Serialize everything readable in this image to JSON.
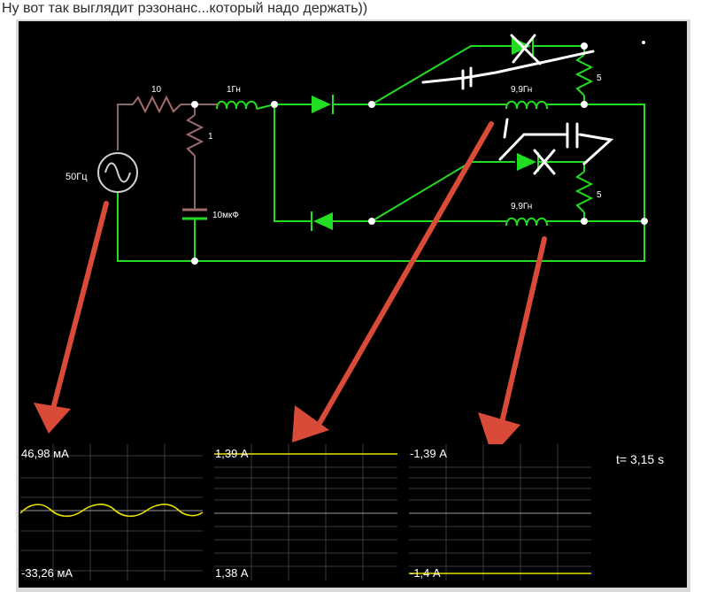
{
  "caption": "Ну вот так выглядит рэзонанс...который надо держать))",
  "circuit": {
    "source_label": "50Гц",
    "r_series_label": "10",
    "r_shunt_label": "1",
    "cap_label": "10мкФ",
    "inductor_label": "1Гн",
    "inductor_top_label": "9,9Гн",
    "inductor_bottom_label": "9,9Гн",
    "r_top_label": "5",
    "r_bottom_label": "5"
  },
  "scopes": [
    {
      "max_label": "46,98 мА",
      "min_label": "-33,26 мА"
    },
    {
      "max_label": "1,39 А",
      "min_label": "1,38 А"
    },
    {
      "max_label": "-1,39 А",
      "min_label": "-1,4 А"
    }
  ],
  "time_label": "t= 3,15 s",
  "colors": {
    "wire": "#22dd22",
    "inactive": "#8a6a6a",
    "trace": "#e8e000",
    "annotation": "#d94a38",
    "overlay": "#ffffff"
  }
}
